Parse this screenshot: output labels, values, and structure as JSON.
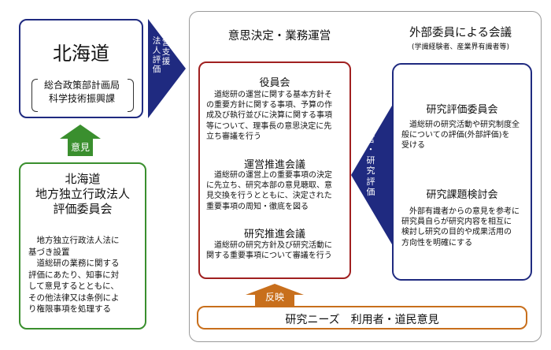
{
  "hokkaido": {
    "title": "北海道",
    "dept_line1": "総合政策部計画局",
    "dept_line2": "科学技術振興課"
  },
  "committee": {
    "title": "北海道\n地方独立行政法人\n評価委員会",
    "description": "　地方独立行政法人法に\n基づき設置\n　道総研の業務に関する\n評価にあたり、知事に対\nして意見するとともに、\nその他法律又は条例によ\nり権限事項を処理する"
  },
  "arrow_opinion": {
    "label": "意見"
  },
  "arrow_support": {
    "line1": "運営支援",
    "line2": "法人評価"
  },
  "decision": {
    "heading": "意思決定・業務運営",
    "sections": [
      {
        "title": "役員会",
        "body": "　道総研の運営に関する基本方針そ\nの重要方針に関する事項、予算の作\n成及び執行並びに決算に関する事項\n等について、理事長の意思決定に先\n立ち審議を行う"
      },
      {
        "title": "運営推進会議",
        "body": "　道総研の運営上の重要事項の決定\nに先立ち、研究本部の意見聴取、意\n見交換を行うとともに、決定された\n重要事項の周知・徹底を図る"
      },
      {
        "title": "研究推進会議",
        "body": "　道総研の研究方針及び研究活動に\n関する重要事項について審議を行う"
      }
    ]
  },
  "external": {
    "heading": "外部委員による会議",
    "subheading": "(学識経験者、産業界有識者等)",
    "sections": [
      {
        "title": "研究評価委員会",
        "body": "　道総研の研究活動や研究制度全\n般についての評価(外部評価)を\n受ける"
      },
      {
        "title": "研究課題検討会",
        "body": "　外部有識者からの意見を参考に\n研究員自らが研究内容を相互に\n検討し研究の目的や成果活用の\n方向性を明確にする"
      }
    ]
  },
  "arrow_advice": {
    "label": "助\n言\n・\n研\n究\n評\n価"
  },
  "arrow_reflect": {
    "label": "反映"
  },
  "needs": {
    "text": "研究ニーズ　利用者・道民意見"
  },
  "colors": {
    "navy": "#1f2a80",
    "green": "#3a8f2e",
    "red": "#a02020",
    "orange": "#c86f1c",
    "grey": "#9a9a9a"
  }
}
